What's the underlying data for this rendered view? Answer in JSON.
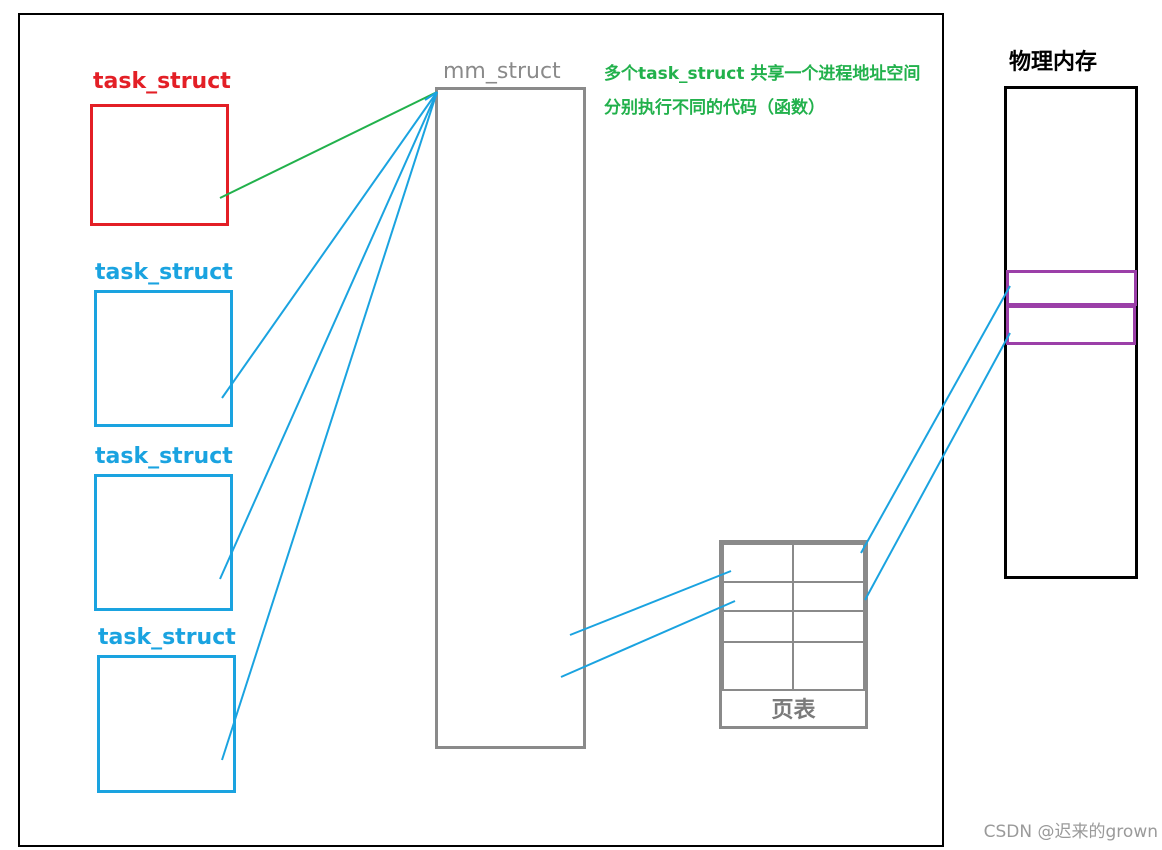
{
  "task_structs": [
    {
      "label": "task_struct",
      "color": "#e31f26"
    },
    {
      "label": "task_struct",
      "color": "#1aa3e0"
    },
    {
      "label": "task_struct",
      "color": "#1aa3e0"
    },
    {
      "label": "task_struct",
      "color": "#1aa3e0"
    }
  ],
  "mm_struct": {
    "label": "mm_struct"
  },
  "note": {
    "line1": "多个task_struct 共享一个进程地址空间",
    "line2": "分别执行不同的代码（函数）",
    "color": "#22b14c"
  },
  "page_table": {
    "label": "页表",
    "rows": 4,
    "cols": 2
  },
  "physical_memory": {
    "label": "物理内存",
    "highlight_color": "#9b3fa8"
  },
  "watermark": "CSDN @迟来的grown",
  "colors": {
    "red": "#e31f26",
    "blue": "#1aa3e0",
    "green": "#22b14c",
    "gray": "#8a8a8a"
  }
}
